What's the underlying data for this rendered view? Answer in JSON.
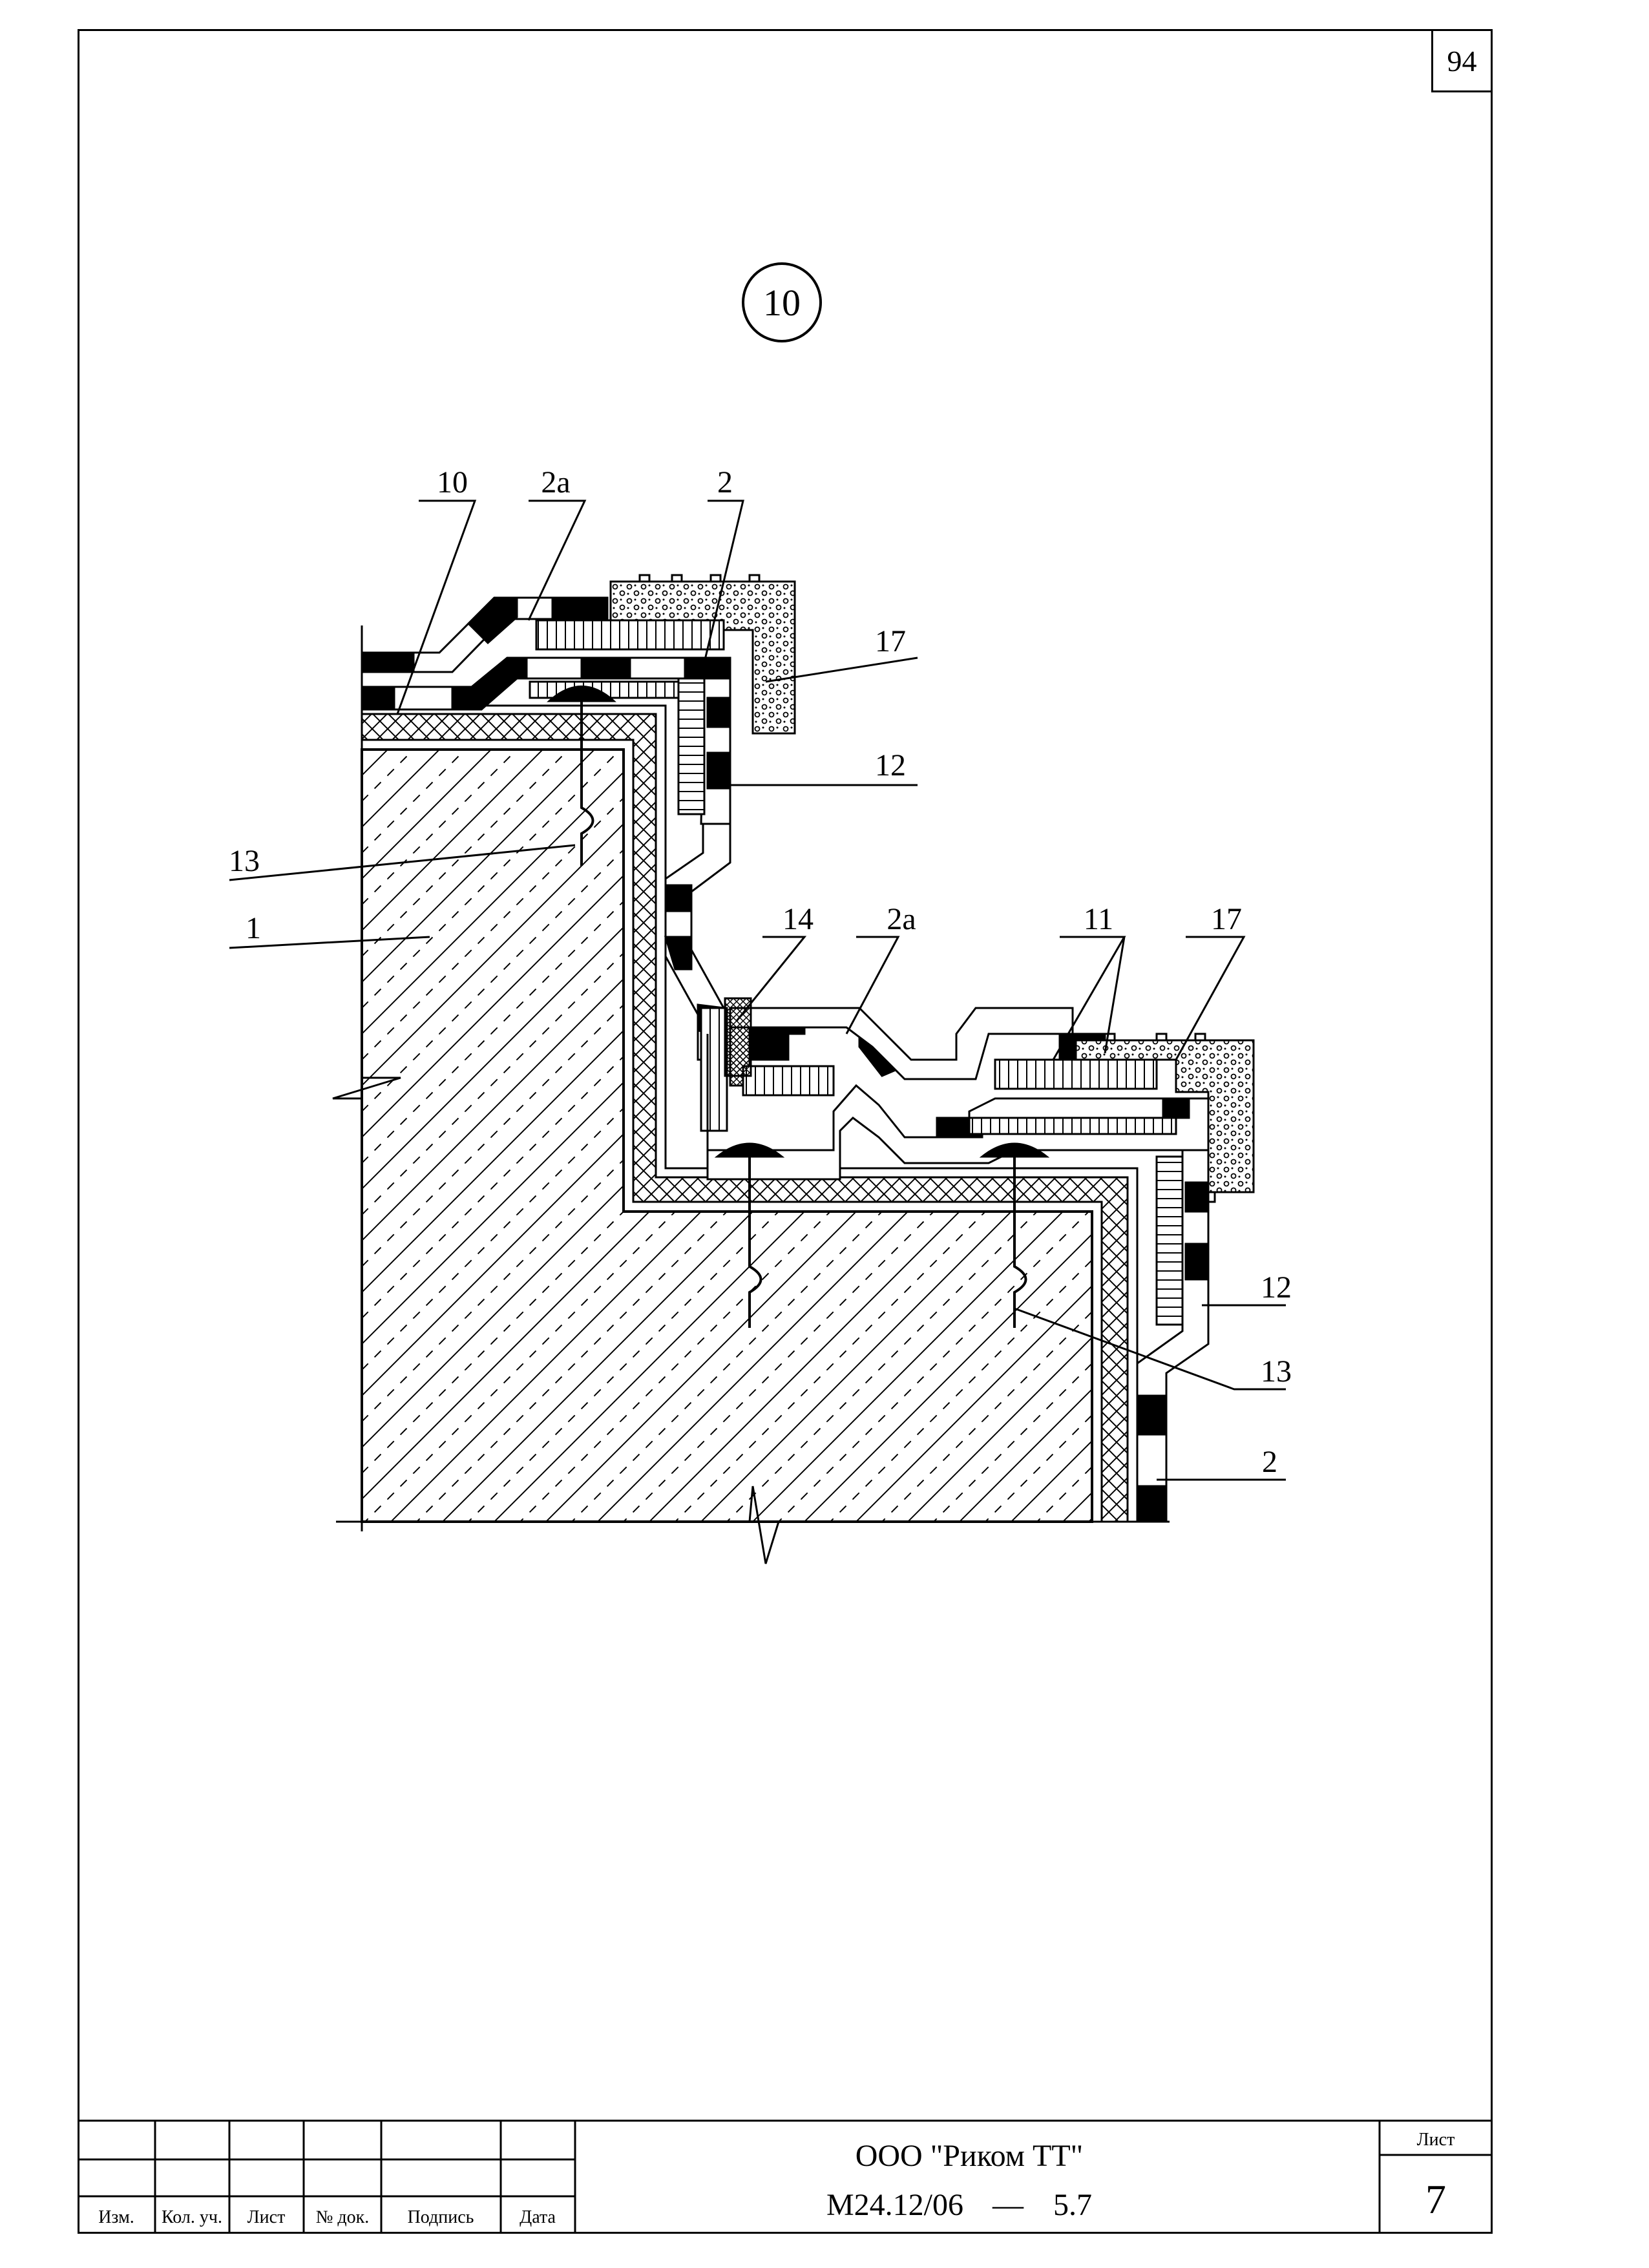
{
  "sheet_corner_number": "94",
  "detail_marker": "10",
  "callouts": {
    "top_10": "10",
    "top_2a": "2а",
    "top_2": "2",
    "top_17": "17",
    "top_12": "12",
    "left_13": "13",
    "left_1": "1",
    "mid_14": "14",
    "mid_2a": "2а",
    "mid_11": "11",
    "mid_17": "17",
    "right_12": "12",
    "right_13": "13",
    "right_2": "2"
  },
  "title_block": {
    "company": "ООО \"Риком ТТ\"",
    "document_code": "М24.12/06",
    "dash": "—",
    "section": "5.7",
    "sheet_label": "Лист",
    "sheet_number": "7",
    "columns": [
      "Изм.",
      "Кол. уч.",
      "Лист",
      "№ док.",
      "Подпись",
      "Дата"
    ]
  }
}
